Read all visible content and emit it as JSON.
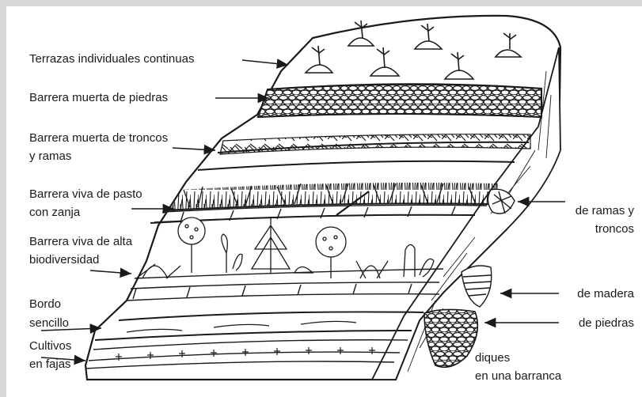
{
  "labels": {
    "terrazas": "Terrazas individuales continuas",
    "barrera_piedras": "Barrera muerta de piedras",
    "barrera_troncos_1": "Barrera muerta de troncos",
    "barrera_troncos_2": "y ramas",
    "barrera_pasto_1": "Barrera viva de pasto",
    "barrera_pasto_2": "con zanja",
    "barrera_alta_1": "Barrera viva de alta",
    "barrera_alta_2": "biodiversidad",
    "bordo_1": "Bordo",
    "bordo_2": "sencillo",
    "cultivos_1": "Cultivos",
    "cultivos_2": "en fajas",
    "ramas_1": "de ramas y",
    "ramas_2": "troncos",
    "madera": "de madera",
    "piedras": "de piedras",
    "diques_1": "diques",
    "diques_2": "en una barranca"
  },
  "colors": {
    "background": "#d7d7d7",
    "panel": "#ffffff",
    "ink": "#1a1a1a"
  }
}
